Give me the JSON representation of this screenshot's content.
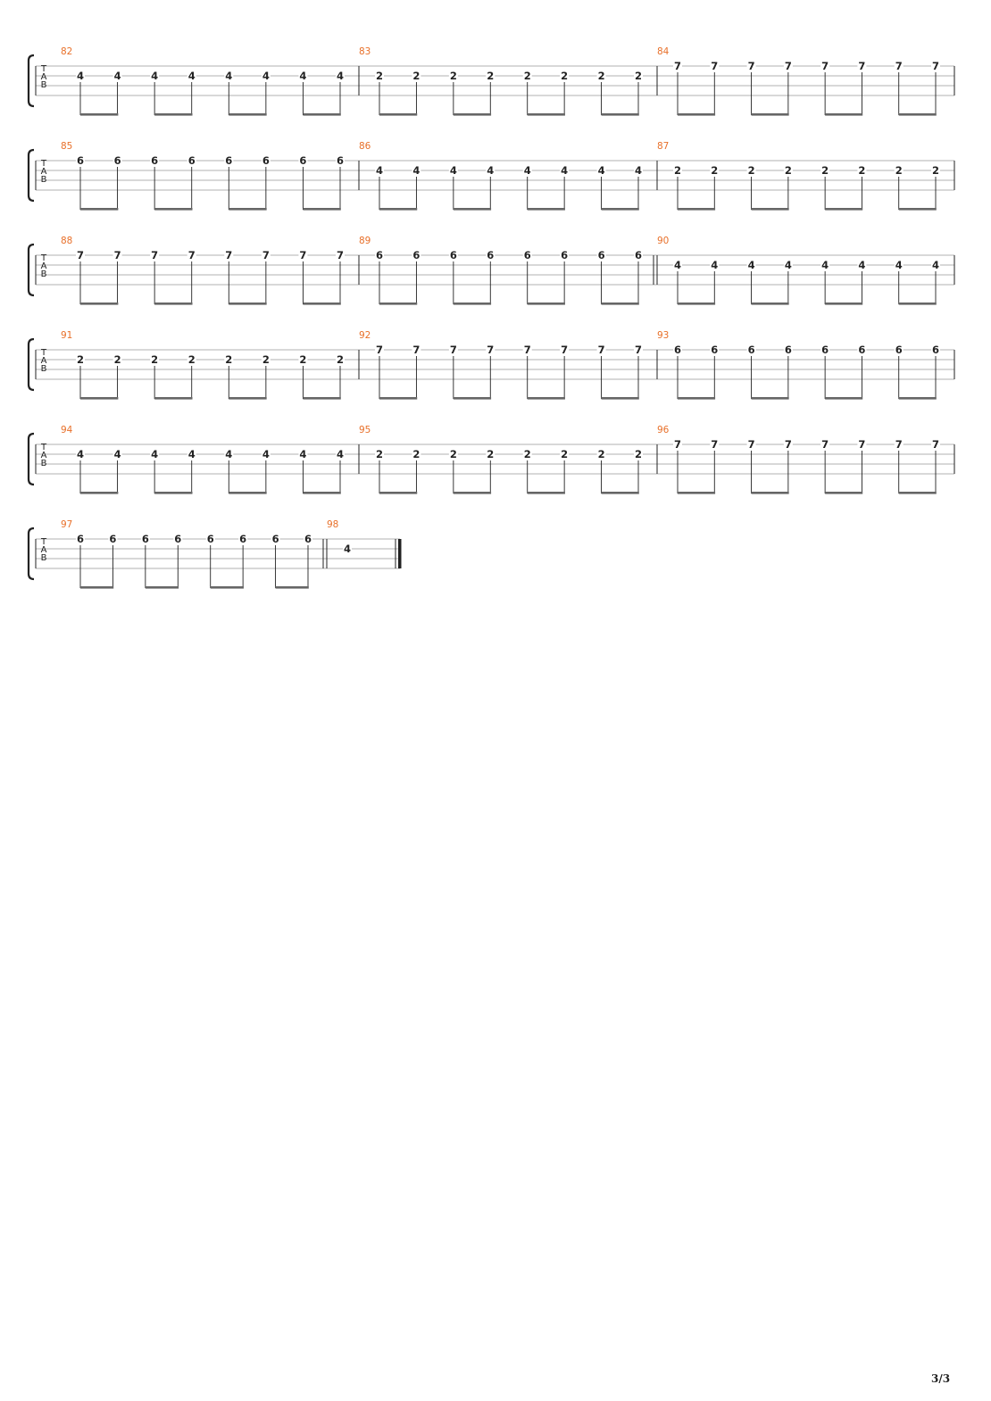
{
  "document": {
    "type": "bass tablature",
    "clef_letters": [
      "T",
      "A",
      "B"
    ],
    "page_number": "3/3",
    "colors": {
      "measure_number": "#e8702a",
      "staff_line": "#b0b0b0",
      "ink": "#222222",
      "beam": "#666666"
    }
  },
  "systems": [
    {
      "measures": [
        {
          "number": "82",
          "notes": [
            "4",
            "4",
            "4",
            "4",
            "4",
            "4",
            "4",
            "4"
          ],
          "string": 2
        },
        {
          "number": "83",
          "notes": [
            "2",
            "2",
            "2",
            "2",
            "2",
            "2",
            "2",
            "2"
          ],
          "string": 2
        },
        {
          "number": "84",
          "notes": [
            "7",
            "7",
            "7",
            "7",
            "7",
            "7",
            "7",
            "7"
          ],
          "string": 1
        }
      ]
    },
    {
      "measures": [
        {
          "number": "85",
          "notes": [
            "6",
            "6",
            "6",
            "6",
            "6",
            "6",
            "6",
            "6"
          ],
          "string": 1
        },
        {
          "number": "86",
          "notes": [
            "4",
            "4",
            "4",
            "4",
            "4",
            "4",
            "4",
            "4"
          ],
          "string": 2
        },
        {
          "number": "87",
          "notes": [
            "2",
            "2",
            "2",
            "2",
            "2",
            "2",
            "2",
            "2"
          ],
          "string": 2
        }
      ]
    },
    {
      "measures": [
        {
          "number": "88",
          "notes": [
            "7",
            "7",
            "7",
            "7",
            "7",
            "7",
            "7",
            "7"
          ],
          "string": 1
        },
        {
          "number": "89",
          "notes": [
            "6",
            "6",
            "6",
            "6",
            "6",
            "6",
            "6",
            "6"
          ],
          "string": 1,
          "end_barline": "double"
        },
        {
          "number": "90",
          "notes": [
            "4",
            "4",
            "4",
            "4",
            "4",
            "4",
            "4",
            "4"
          ],
          "string": 2
        }
      ]
    },
    {
      "measures": [
        {
          "number": "91",
          "notes": [
            "2",
            "2",
            "2",
            "2",
            "2",
            "2",
            "2",
            "2"
          ],
          "string": 2
        },
        {
          "number": "92",
          "notes": [
            "7",
            "7",
            "7",
            "7",
            "7",
            "7",
            "7",
            "7"
          ],
          "string": 1
        },
        {
          "number": "93",
          "notes": [
            "6",
            "6",
            "6",
            "6",
            "6",
            "6",
            "6",
            "6"
          ],
          "string": 1
        }
      ]
    },
    {
      "measures": [
        {
          "number": "94",
          "notes": [
            "4",
            "4",
            "4",
            "4",
            "4",
            "4",
            "4",
            "4"
          ],
          "string": 2
        },
        {
          "number": "95",
          "notes": [
            "2",
            "2",
            "2",
            "2",
            "2",
            "2",
            "2",
            "2"
          ],
          "string": 2
        },
        {
          "number": "96",
          "notes": [
            "7",
            "7",
            "7",
            "7",
            "7",
            "7",
            "7",
            "7"
          ],
          "string": 1
        }
      ]
    },
    {
      "measures": [
        {
          "number": "97",
          "notes": [
            "6",
            "6",
            "6",
            "6",
            "6",
            "6",
            "6",
            "6"
          ],
          "string": 1,
          "end_barline": "double"
        },
        {
          "number": "98",
          "notes": [
            "4"
          ],
          "string": 2,
          "note_value": "whole",
          "end_barline": "final"
        }
      ]
    }
  ]
}
